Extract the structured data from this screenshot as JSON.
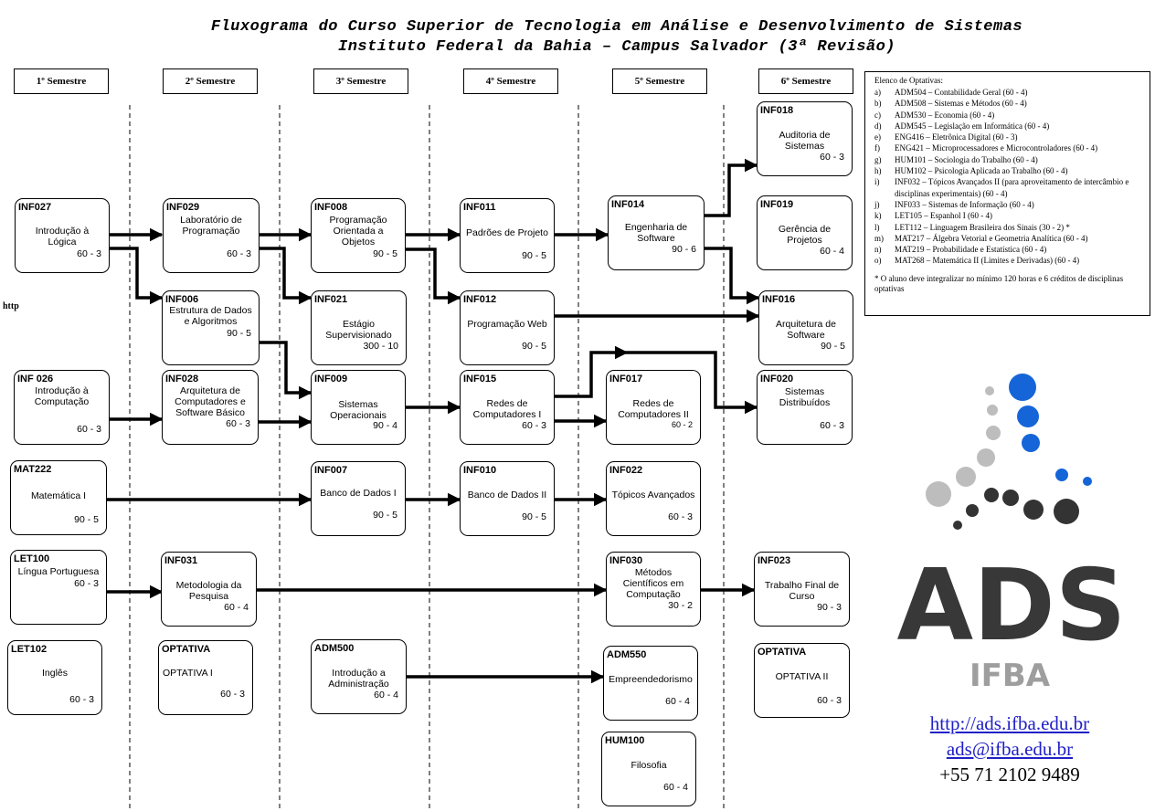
{
  "title": {
    "line1": "Fluxograma do Curso Superior de Tecnologia em Análise e Desenvolvimento de Sistemas",
    "line2": "Instituto Federal da Bahia – Campus Salvador (3ª Revisão)"
  },
  "semesters": [
    "1º Semestre",
    "2º Semestre",
    "3º Semestre",
    "4º Semestre",
    "5º Semestre",
    "6º Semestre"
  ],
  "stray_text": "http",
  "courses": {
    "inf027": {
      "code": "INF027",
      "name_lines": [
        "Introdução à",
        "Lógica"
      ],
      "hours": "60 - 3"
    },
    "inf026": {
      "code": "INF 026",
      "name_lines": [
        "Introdução à",
        "Computação"
      ],
      "hours": "60 - 3"
    },
    "mat222": {
      "code": "MAT222",
      "name_lines": [
        "Matemática I"
      ],
      "hours": "90 - 5"
    },
    "let100": {
      "code": "LET100",
      "name_lines": [
        "Língua Portuguesa"
      ],
      "hours": "60 - 3"
    },
    "let102": {
      "code": "LET102",
      "name_lines": [
        "Inglês"
      ],
      "hours": "60 - 3"
    },
    "inf029": {
      "code": "INF029",
      "name_lines": [
        "Laboratório de",
        "Programação"
      ],
      "hours": "60 - 3"
    },
    "inf006": {
      "code": "INF006",
      "name_lines": [
        "Estrutura de Dados",
        "e Algoritmos"
      ],
      "hours": "90 - 5"
    },
    "inf028": {
      "code": "INF028",
      "name_lines": [
        "Arquitetura de",
        "Computadores e",
        "Software Básico"
      ],
      "hours": "60 - 3"
    },
    "inf031": {
      "code": "INF031",
      "name_lines": [
        "Metodologia da",
        "Pesquisa"
      ],
      "hours": "60 - 4"
    },
    "opt1": {
      "code": "OPTATIVA",
      "name_lines": [
        "OPTATIVA I"
      ],
      "hours": "60 - 3"
    },
    "inf008": {
      "code": "INF008",
      "name_lines": [
        "Programação",
        "Orientada a",
        "Objetos"
      ],
      "hours": "90 - 5"
    },
    "inf021": {
      "code": "INF021",
      "name_lines": [
        "Estágio",
        "Supervisionado"
      ],
      "hours": "300 - 10"
    },
    "inf009": {
      "code": "INF009",
      "name_lines": [
        "Sistemas",
        "Operacionais"
      ],
      "hours": "90 - 4"
    },
    "inf007": {
      "code": "INF007",
      "name_lines": [
        "Banco de Dados I"
      ],
      "hours": "90 - 5"
    },
    "adm500": {
      "code": "ADM500",
      "name_lines": [
        "Introdução a",
        "Administração"
      ],
      "hours": "60 - 4"
    },
    "inf011": {
      "code": "INF011",
      "name_lines": [
        "Padrões de Projeto"
      ],
      "hours": "90 - 5"
    },
    "inf012": {
      "code": "INF012",
      "name_lines": [
        "Programação Web"
      ],
      "hours": "90 - 5"
    },
    "inf015": {
      "code": "INF015",
      "name_lines": [
        "Redes de",
        "Computadores I"
      ],
      "hours": "60 - 3"
    },
    "inf010": {
      "code": "INF010",
      "name_lines": [
        "Banco de Dados II"
      ],
      "hours": "90 - 5"
    },
    "inf014": {
      "code": "INF014",
      "name_lines": [
        "Engenharia de",
        "Software"
      ],
      "hours": "90 - 6"
    },
    "inf017": {
      "code": "INF017",
      "name_lines": [
        "Redes de",
        "Computadores II"
      ],
      "hours": "60 - 2"
    },
    "inf022": {
      "code": "INF022",
      "name_lines": [
        "Tópicos Avançados"
      ],
      "hours": "60 - 3"
    },
    "inf030": {
      "code": "INF030",
      "name_lines": [
        "Métodos",
        "Científicos em",
        "Computação"
      ],
      "hours": "30 - 2"
    },
    "adm550": {
      "code": "ADM550",
      "name_lines": [
        "Empreendedorismo"
      ],
      "hours": "60 - 4"
    },
    "hum100": {
      "code": "HUM100",
      "name_lines": [
        "Filosofia"
      ],
      "hours": "60 - 4"
    },
    "inf018": {
      "code": "INF018",
      "name_lines": [
        "Auditoria de",
        "Sistemas"
      ],
      "hours": "60 - 3"
    },
    "inf019": {
      "code": "INF019",
      "name_lines": [
        "Gerência de",
        "Projetos"
      ],
      "hours": "60 - 4"
    },
    "inf016": {
      "code": "INF016",
      "name_lines": [
        "Arquitetura de",
        "Software"
      ],
      "hours": "90 - 5"
    },
    "inf020": {
      "code": "INF020",
      "name_lines": [
        "Sistemas",
        "Distribuídos"
      ],
      "hours": "60 - 3"
    },
    "inf023": {
      "code": "INF023",
      "name_lines": [
        "Trabalho Final de",
        "Curso"
      ],
      "hours": "90 - 3"
    },
    "opt2": {
      "code": "OPTATIVA",
      "name_lines": [
        "OPTATIVA II"
      ],
      "hours": "60 - 3"
    }
  },
  "electives": {
    "heading": "Elenco de Optativas:",
    "items": [
      {
        "letter": "a)",
        "text": "ADM504 – Contabilidade Geral (60 - 4)"
      },
      {
        "letter": "b)",
        "text": "ADM508 – Sistemas e Métodos (60 - 4)"
      },
      {
        "letter": "c)",
        "text": "ADM530 – Economia (60 - 4)"
      },
      {
        "letter": "d)",
        "text": "ADM545 – Legislação em Informática (60 - 4)"
      },
      {
        "letter": "e)",
        "text": "ENG416 – Eletrônica Digital (60 - 3)"
      },
      {
        "letter": "f)",
        "text": "ENG421 – Microprocessadores e Microcontroladores (60 - 4)"
      },
      {
        "letter": "g)",
        "text": "HUM101 – Sociologia do Trabalho (60 - 4)"
      },
      {
        "letter": "h)",
        "text": "HUM102 – Psicologia Aplicada ao Trabalho (60 - 4)"
      },
      {
        "letter": "i)",
        "text": "INF032 – Tópicos Avançados II (para aproveitamento de intercâmbio e disciplinas experimentais) (60 - 4)"
      },
      {
        "letter": "j)",
        "text": "INF033 – Sistemas de Informação (60 - 4)"
      },
      {
        "letter": "k)",
        "text": "LET105 – Espanhol I (60 - 4)"
      },
      {
        "letter": "l)",
        "text": "LET112 – Linguagem Brasileira dos Sinais (30 - 2) *"
      },
      {
        "letter": "m)",
        "text": "MAT217 – Álgebra Vetorial e Geometria Analítica (60 - 4)"
      },
      {
        "letter": "n)",
        "text": "MAT219 – Probabilidade e Estatística (60 - 4)"
      },
      {
        "letter": "o)",
        "text": "MAT268 – Matemática II (Limites e Derivadas) (60 - 4)"
      }
    ],
    "note": "* O aluno deve integralizar no mínimo 120 horas e 6 créditos de disciplinas optativas"
  },
  "logo": {
    "word": "ADS",
    "subword": "IFBA",
    "dot_blue": "#1565d8",
    "dot_dark": "#333333",
    "dot_gray": "#bdbdbd",
    "text_color": "#383838",
    "sub_color": "#9e9e9e"
  },
  "contact": {
    "url": "http://ads.ifba.edu.br",
    "email": "ads@ifba.edu.br",
    "phone": "+55 71 2102 9489"
  }
}
